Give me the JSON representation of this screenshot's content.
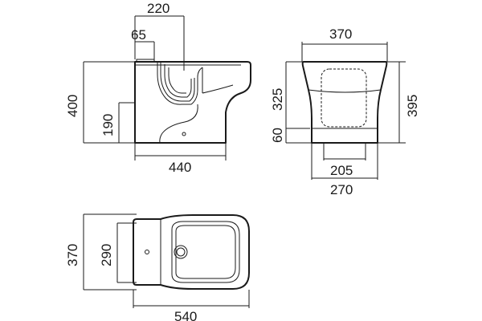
{
  "drawing": {
    "side_view": {
      "top_dimension_outer": "220",
      "top_dimension_inner": "65",
      "height_total": "400",
      "height_lower": "190",
      "width_bottom": "440"
    },
    "front_view": {
      "top_width": "370",
      "height_upper": "325",
      "height_lower": "60",
      "height_total": "395",
      "base_inner_width": "205",
      "base_outer_width": "270"
    },
    "top_view": {
      "depth_total": "370",
      "depth_inner": "290",
      "length_total": "540"
    }
  }
}
